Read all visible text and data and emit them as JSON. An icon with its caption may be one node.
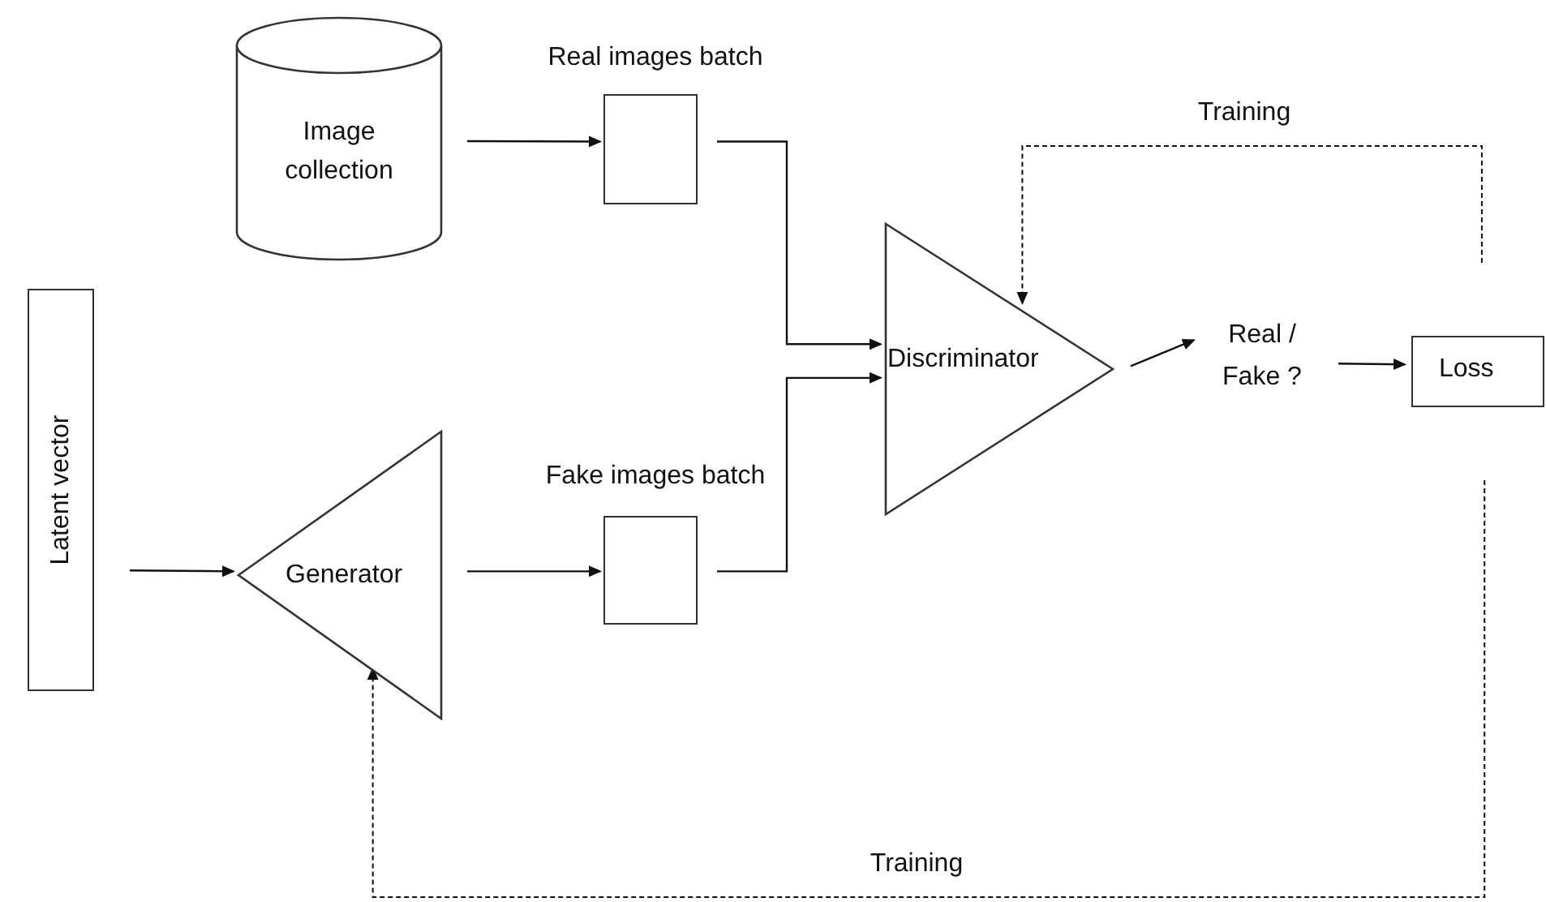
{
  "diagram": {
    "nodes": [
      {
        "text": [
          "Image collection"
        ]
      },
      {
        "text": [
          "Real images batch"
        ]
      },
      {
        "text": [
          "Latent vector"
        ]
      },
      {
        "text": [
          "Generator"
        ]
      },
      {
        "text": [
          "Fake images batch"
        ]
      },
      {
        "text": [
          "Discriminator"
        ]
      },
      {
        "text": [
          "Real / Fake ?"
        ]
      },
      {
        "text": [
          "Loss"
        ]
      }
    ],
    "edges": [
      {
        "from": 0,
        "to": 1,
        "arrow": "to"
      },
      {
        "from": 1,
        "to": 5,
        "arrow": "to"
      },
      {
        "from": 2,
        "to": 3,
        "arrow": "to"
      },
      {
        "from": 3,
        "to": 4,
        "arrow": "to"
      },
      {
        "from": 4,
        "to": 5,
        "arrow": "to"
      },
      {
        "from": 5,
        "to": 6,
        "arrow": "to"
      },
      {
        "from": 6,
        "to": 7,
        "arrow": "to"
      },
      {
        "from": 7,
        "to": 5,
        "arrow": "to",
        "label": "Training",
        "style": "dashed"
      },
      {
        "from": 7,
        "to": 3,
        "arrow": "to",
        "label": "Training",
        "style": "dashed"
      }
    ]
  }
}
